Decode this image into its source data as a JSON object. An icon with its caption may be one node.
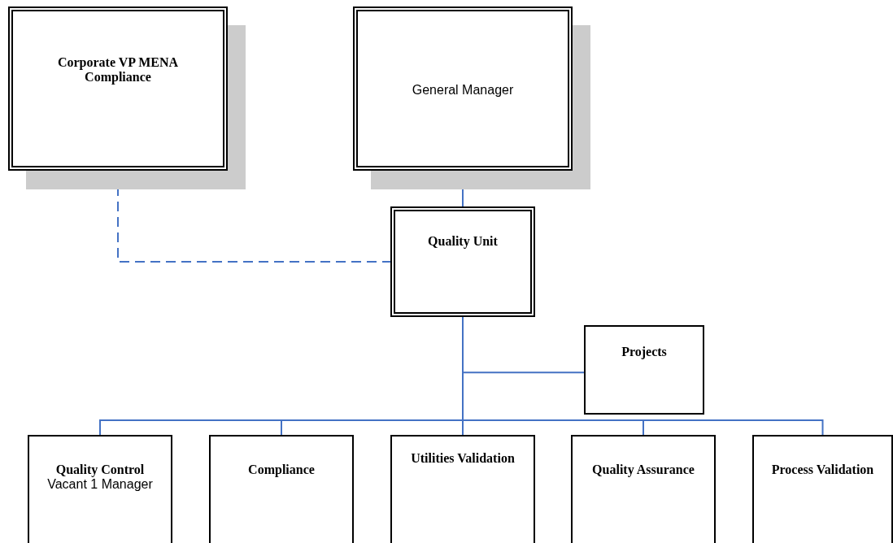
{
  "diagram": {
    "nodes": [
      {
        "text": [
          "Corporate VP MENA Compliance"
        ]
      },
      {
        "text": [
          "General Manager"
        ]
      },
      {
        "text": [
          "Quality Unit"
        ]
      },
      {
        "text": [
          "Projects"
        ]
      },
      {
        "text": [
          "Quality Control",
          "Vacant 1 Manager"
        ]
      },
      {
        "text": [
          "Compliance"
        ]
      },
      {
        "text": [
          "Utilities Validation"
        ]
      },
      {
        "text": [
          "Quality Assurance"
        ]
      },
      {
        "text": [
          "Process Validation"
        ]
      }
    ],
    "edges": [
      {
        "from": 0,
        "to": 2,
        "arrow": "none",
        "style": "dashed"
      },
      {
        "from": 1,
        "to": 2,
        "arrow": "none"
      },
      {
        "from": 2,
        "to": 3,
        "arrow": "none"
      },
      {
        "from": 2,
        "to": 4,
        "arrow": "none"
      },
      {
        "from": 2,
        "to": 5,
        "arrow": "none"
      },
      {
        "from": 2,
        "to": 6,
        "arrow": "none"
      },
      {
        "from": 2,
        "to": 7,
        "arrow": "none"
      },
      {
        "from": 2,
        "to": 8,
        "arrow": "none"
      }
    ]
  }
}
